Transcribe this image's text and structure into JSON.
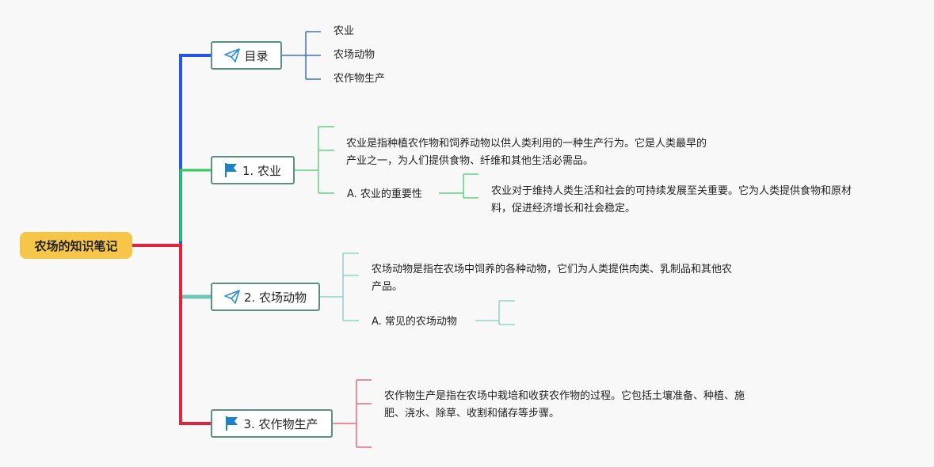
{
  "root": {
    "label": "农场的知识笔记"
  },
  "colors": {
    "root_fill": "#f7c649",
    "toc_branch": "#2456e8",
    "agriculture_branch": "#2ecc57",
    "animals_branch": "#6fc7b8",
    "crops_branch": "#e0243e",
    "node_border": "#5e8f85"
  },
  "toc": {
    "label": "目录",
    "icon": "paper-plane-icon",
    "items": [
      "农业",
      "农场动物",
      "农作物生产"
    ]
  },
  "agriculture": {
    "label": "1. 农业",
    "icon": "flag-icon",
    "description_line1": "农业是指种植农作物和饲养动物以供人类利用的一种生产行为。它是人类最早的",
    "description_line2": "产业之一，为人们提供食物、纤维和其他生活必需品。",
    "sub_label": "A. 农业的重要性",
    "sub_text_line1": "农业对于维持人类生活和社会的可持续发展至关重要。它为人类提供食物和原材",
    "sub_text_line2": "料，促进经济增长和社会稳定。"
  },
  "animals": {
    "label": "2. 农场动物",
    "icon": "paper-plane-icon",
    "description_line1": "农场动物是指在农场中饲养的各种动物，它们为人类提供肉类、乳制品和其他农",
    "description_line2": "产品。",
    "sub_label": "A. 常见的农场动物"
  },
  "crops": {
    "label": "3. 农作物生产",
    "icon": "flag-icon",
    "description_line1": "农作物生产是指在农场中栽培和收获农作物的过程。它包括土壤准备、种植、施",
    "description_line2": "肥、浇水、除草、收割和储存等步骤。"
  }
}
